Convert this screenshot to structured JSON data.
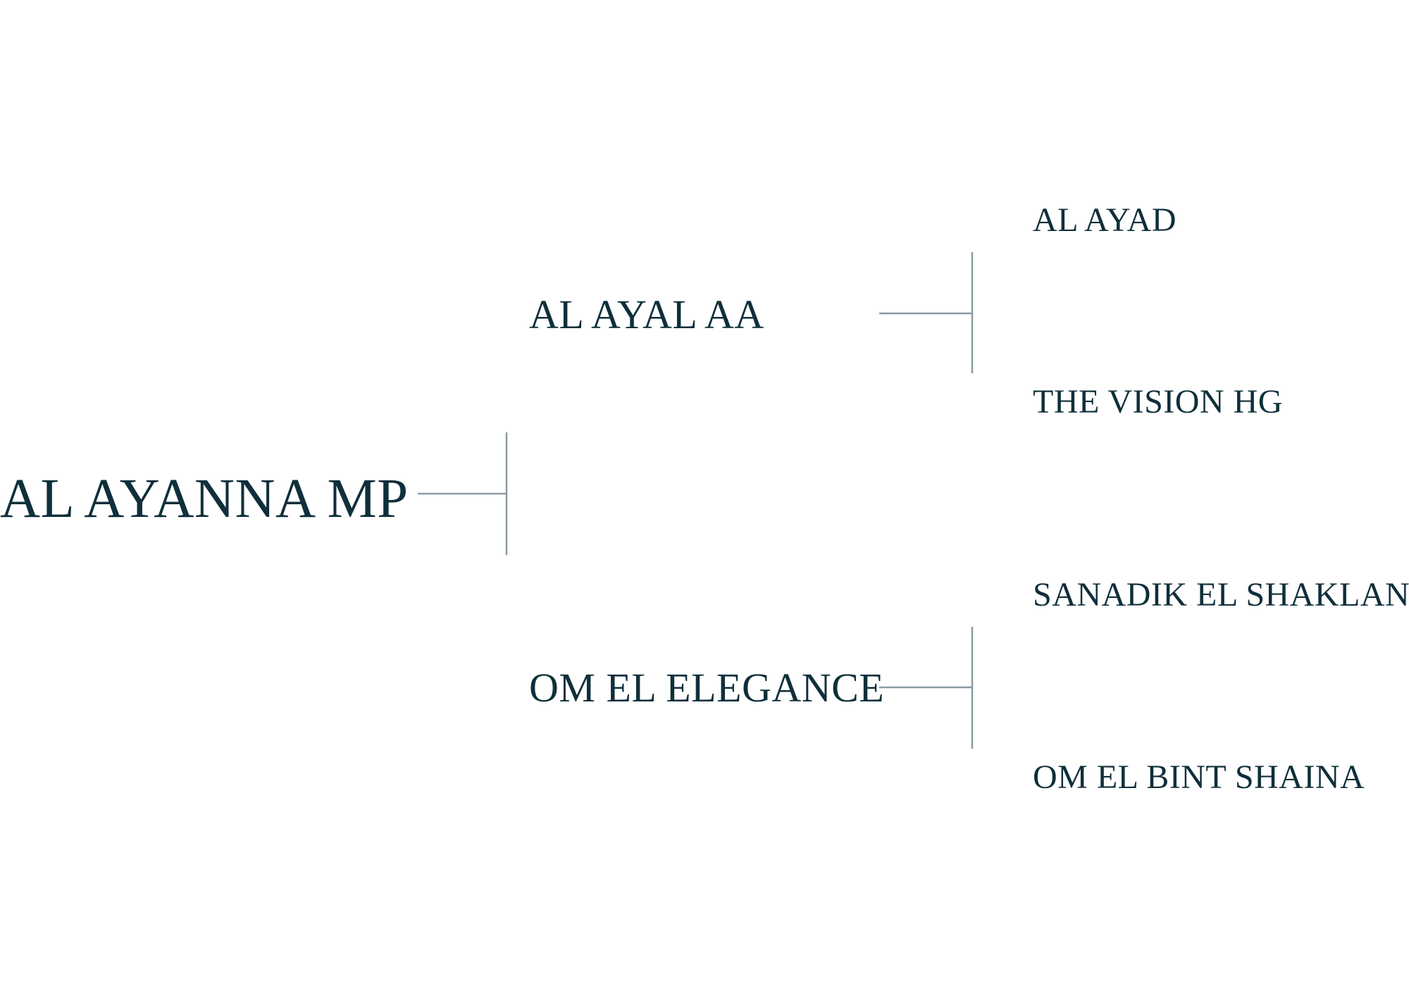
{
  "pedigree": {
    "subject": "AL AYANNA MP",
    "sire": "AL AYAL AA",
    "dam": "OM EL ELEGANCE",
    "sire_sire": "AL AYAD",
    "sire_dam": "THE VISION HG",
    "dam_sire": "SANADIK EL SHAKLAN",
    "dam_dam": "OM EL BINT SHAINA"
  },
  "colors": {
    "text": "#0f2f3a",
    "line": "#8a9aa2",
    "background": "#ffffff"
  }
}
